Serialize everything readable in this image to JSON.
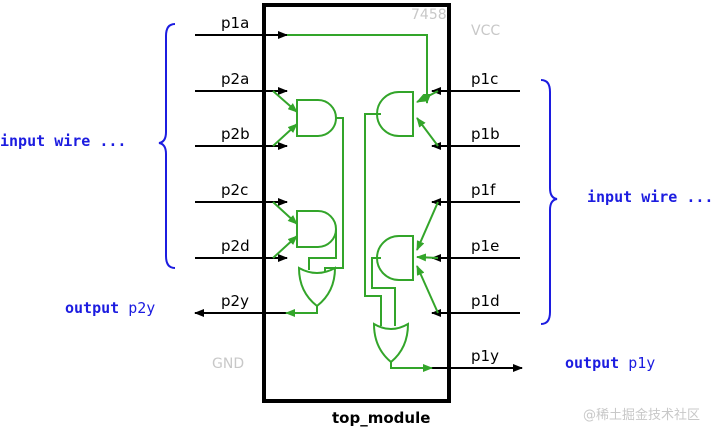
{
  "chip": {
    "name": "7458",
    "vcc": "VCC",
    "gnd": "GND",
    "title": "top_module"
  },
  "pins_left": [
    "p1a",
    "p2a",
    "p2b",
    "p2c",
    "p2d",
    "p2y"
  ],
  "pins_right": [
    "p1c",
    "p1b",
    "p1f",
    "p1e",
    "p1d",
    "p1y"
  ],
  "annotations": {
    "left_input_kw": "input",
    "left_input_rest": "wire ...",
    "right_input_kw": "input",
    "right_input_rest": "wire ...",
    "left_output_kw": "output",
    "left_output_name": "p2y",
    "right_output_kw": "output",
    "right_output_name": "p1y"
  },
  "watermark": "@稀土掘金技术社区",
  "colors": {
    "wire": "#000000",
    "gate": "#33a52a",
    "annotation": "#1c1ce0",
    "muted": "#c8c8c8"
  }
}
